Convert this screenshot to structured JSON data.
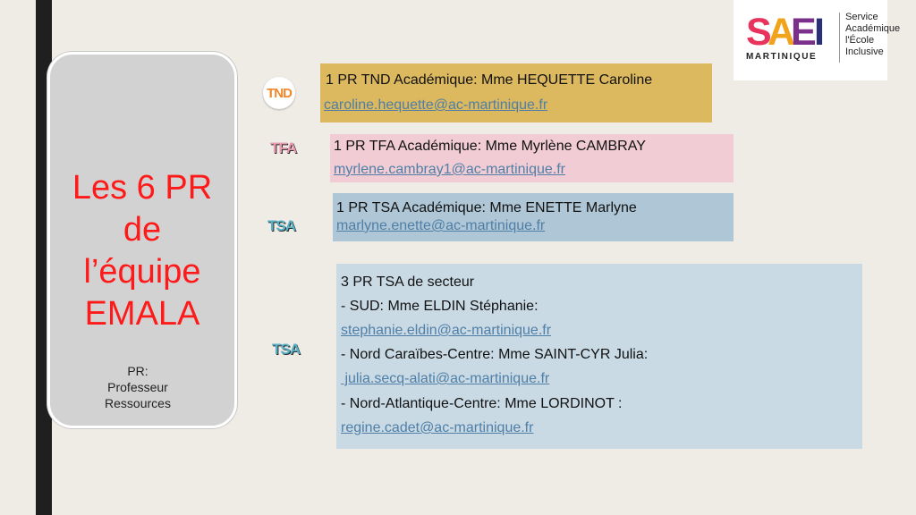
{
  "colors": {
    "background": "#efece6",
    "tnd_card": "#dcb85e",
    "tfa_card": "#f1ccd4",
    "tsa_card": "#aec6d6",
    "sector_card": "#c9dae5",
    "title_red": "#ff1a1a",
    "link": "#4f7fa6"
  },
  "logo": {
    "letters": [
      {
        "char": "S",
        "color": "#e8335d"
      },
      {
        "char": "A",
        "color": "#f2a31c"
      },
      {
        "char": "E",
        "color": "#7a2f8a"
      },
      {
        "char": "I",
        "color": "#2b2f73"
      }
    ],
    "subtitle": "MARTINIQUE",
    "text_lines": [
      "Service",
      "Académique",
      "l'École",
      "Inclusive"
    ]
  },
  "side_panel": {
    "title_lines": [
      "Les 6 PR",
      "de",
      "l’équipe",
      "EMALA"
    ],
    "sub_lines": [
      "PR:",
      "Professeur",
      "Ressources"
    ]
  },
  "icons": {
    "tnd": "TND",
    "tfa": "TFA",
    "tsa": "TSA",
    "tsa_sector": "TSA"
  },
  "cards": {
    "tnd": {
      "title": "1 PR TND Académique: Mme HEQUETTE Caroline",
      "email": "caroline.hequette@ac-martinique.fr"
    },
    "tfa": {
      "title": "1 PR TFA Académique: Mme Myrlène CAMBRAY",
      "email": "myrlene.cambray1@ac-martinique.fr"
    },
    "tsa": {
      "title": "1 PR TSA Académique: Mme ENETTE Marlyne",
      "email": "marlyne.enette@ac-martinique.fr"
    },
    "sector": {
      "heading": "3 PR TSA de secteur",
      "sud_label": "- SUD: Mme ELDIN Stéphanie:",
      "sud_email": "stephanie.eldin@ac-martinique.fr",
      "nord_caraibes_label": "- Nord Caraïbes-Centre: Mme SAINT-CYR Julia:",
      "nord_caraibes_email": " julia.secq-alati@ac-martinique.fr",
      "nord_atlantique_label": "- Nord-Atlantique-Centre: Mme LORDINOT :",
      "nord_atlantique_email": "regine.cadet@ac-martinique.fr"
    }
  }
}
